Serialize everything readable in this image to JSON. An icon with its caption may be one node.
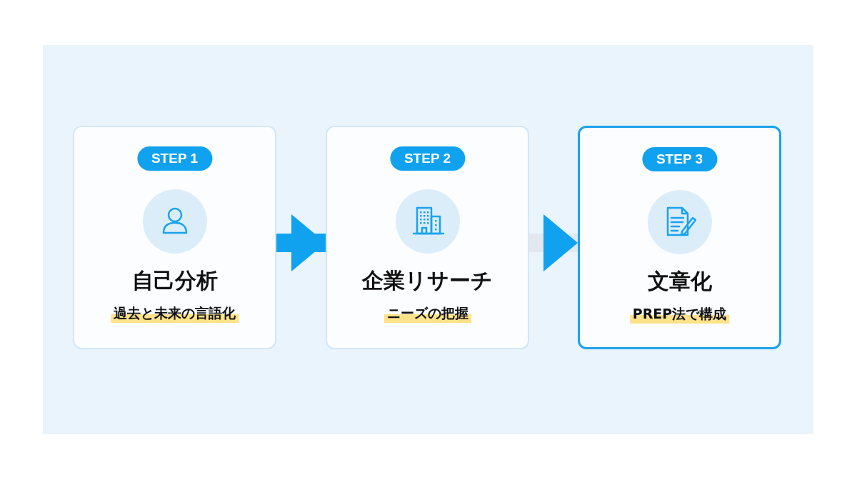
{
  "diagram": {
    "nodes": [
      {
        "text": [
          "STEP 1",
          "自己分析",
          "過去と未来の言語化"
        ]
      },
      {
        "text": [
          "STEP 2",
          "企業リサーチ",
          "ニーズの把握"
        ]
      },
      {
        "text": [
          "STEP 3",
          "文章化",
          "PREP法で構成"
        ]
      }
    ],
    "edges": [
      {
        "from": 0,
        "to": 1,
        "arrow": "to"
      },
      {
        "from": 1,
        "to": 2,
        "arrow": "to",
        "color": "#e3e8ee"
      }
    ]
  }
}
